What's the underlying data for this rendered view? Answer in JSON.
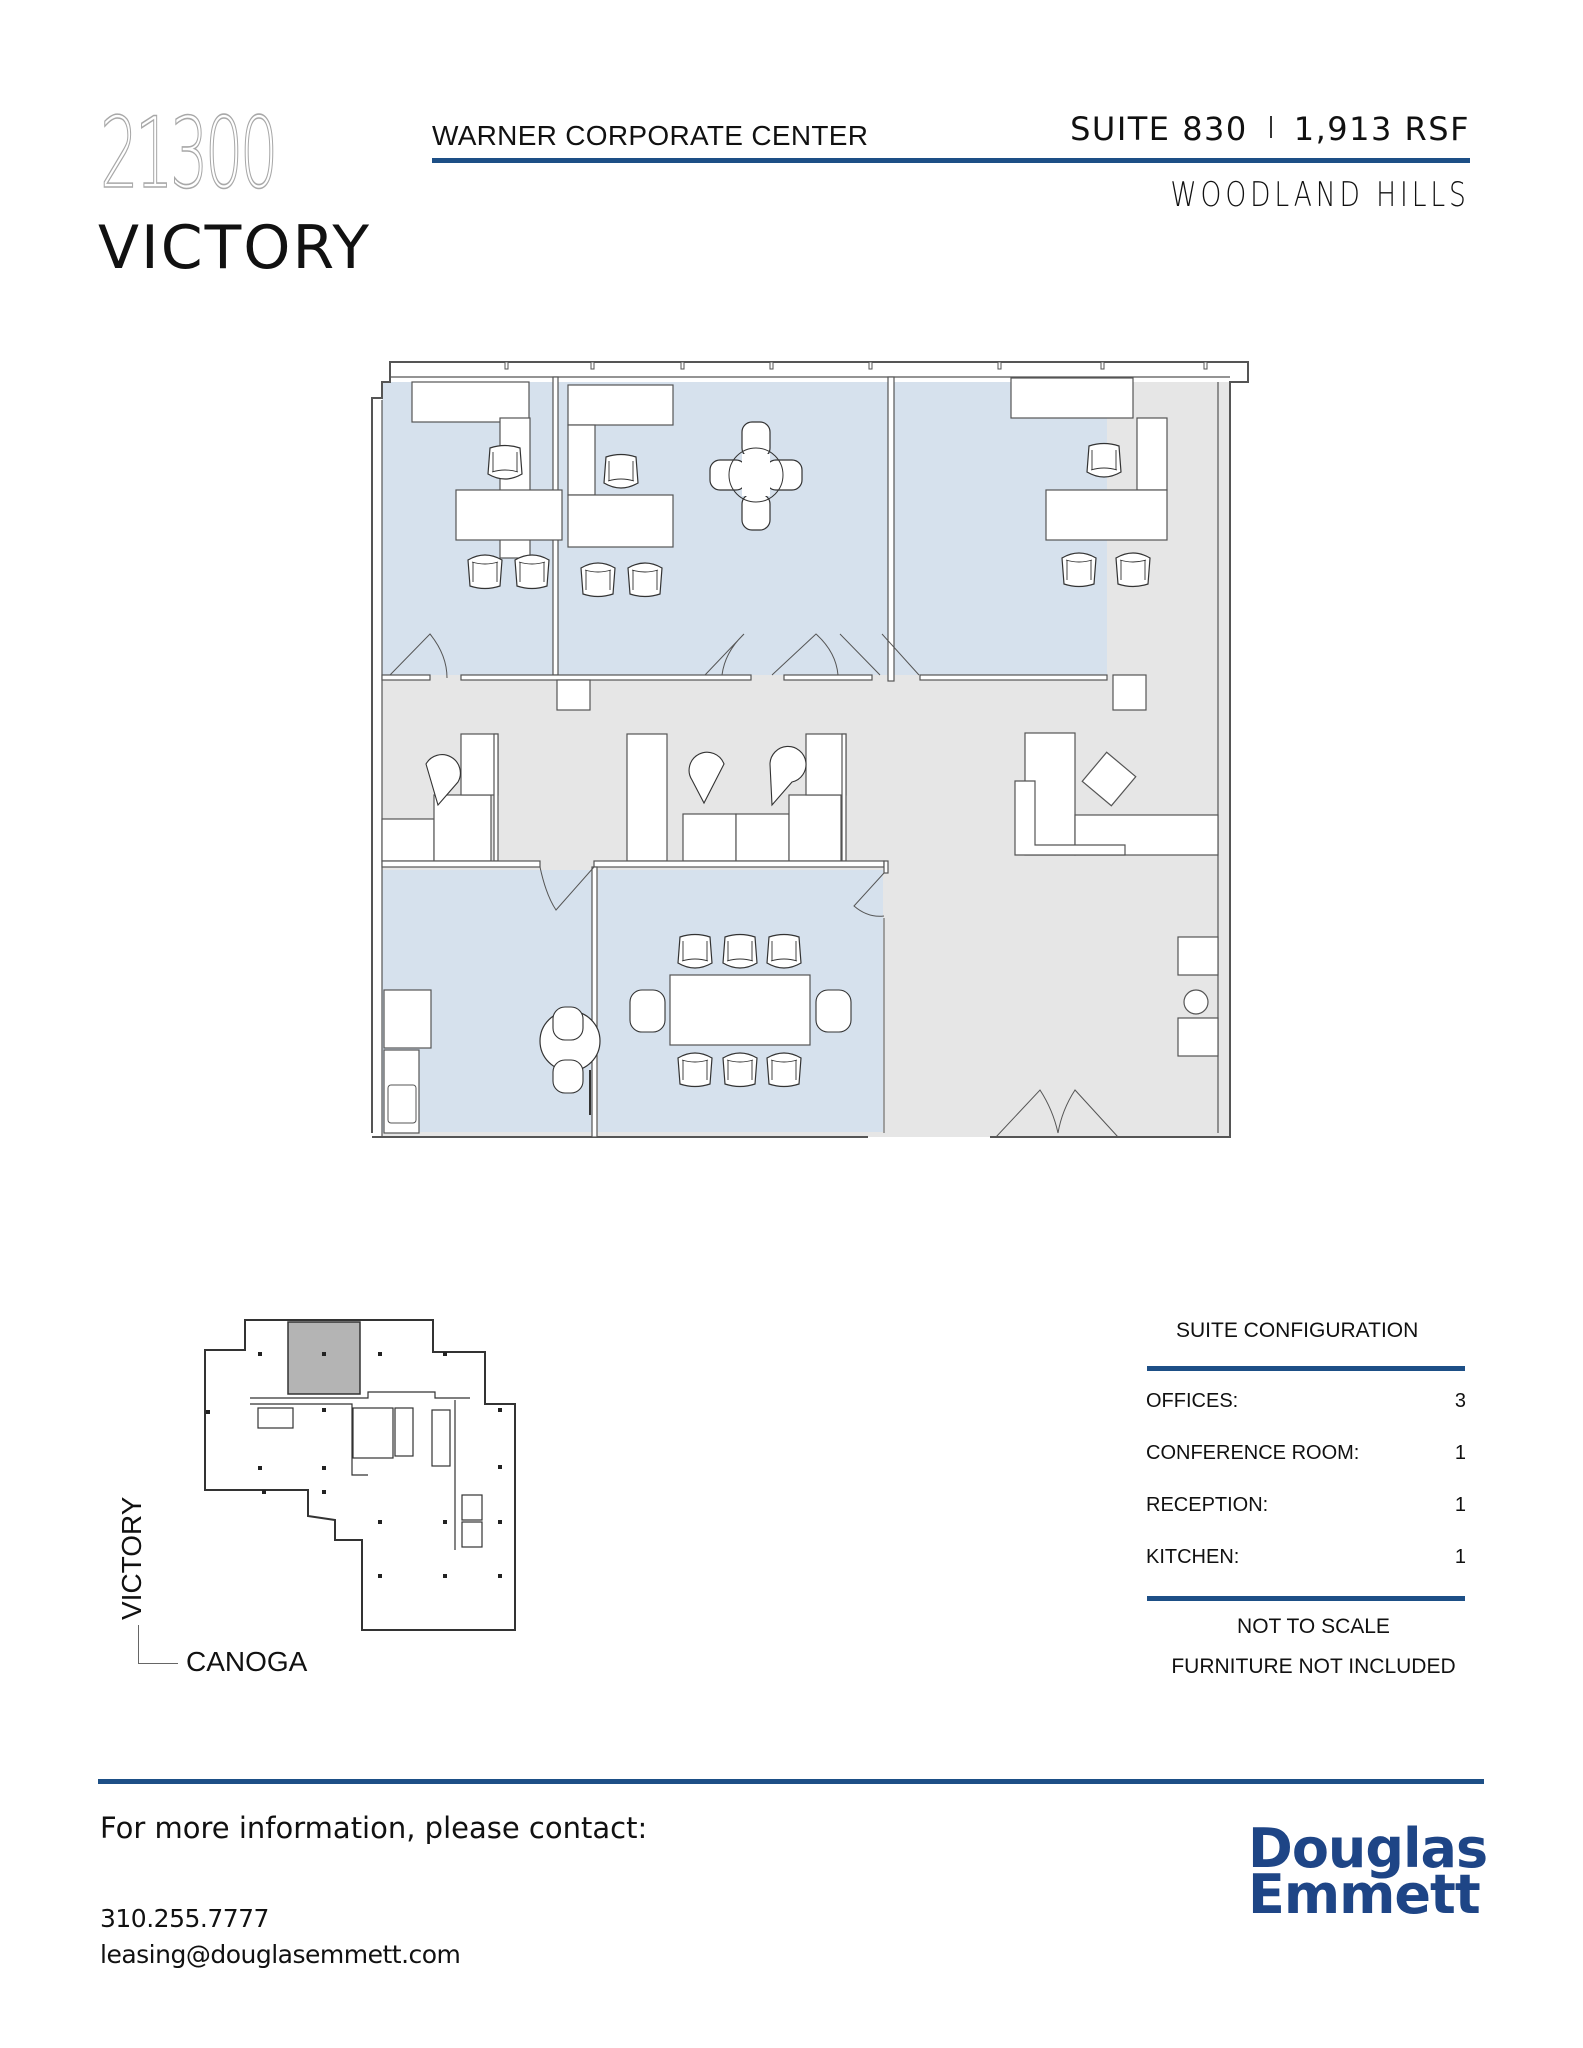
{
  "header": {
    "building_number": "21300",
    "building_street": "VICTORY",
    "complex_name": "WARNER CORPORATE CENTER",
    "suite": "SUITE 830",
    "area": "1,913 RSF",
    "city": "WOODLAND HILLS"
  },
  "floor_plan": {
    "colors": {
      "office_fill": "#d6e1ed",
      "common_fill": "#e6e6e6",
      "wall": "#555555",
      "furniture": "#ffffff"
    },
    "rooms": [
      {
        "name": "office-1",
        "type": "office"
      },
      {
        "name": "office-2",
        "type": "office"
      },
      {
        "name": "office-3",
        "type": "office"
      },
      {
        "name": "kitchen",
        "type": "kitchen"
      },
      {
        "name": "conference-room",
        "type": "conference"
      },
      {
        "name": "reception",
        "type": "reception"
      },
      {
        "name": "open-workstations",
        "type": "open"
      }
    ]
  },
  "key_plan": {
    "highlight_color": "#b4b4b4",
    "street_vertical": "VICTORY",
    "street_horizontal": "CANOGA"
  },
  "suite_configuration": {
    "title": "SUITE CONFIGURATION",
    "rows": [
      {
        "label": "OFFICES:",
        "value": "3"
      },
      {
        "label": "CONFERENCE ROOM:",
        "value": "1"
      },
      {
        "label": "RECEPTION:",
        "value": "1"
      },
      {
        "label": "KITCHEN:",
        "value": "1"
      }
    ],
    "notes": [
      "NOT TO SCALE",
      "FURNITURE NOT INCLUDED"
    ]
  },
  "footer": {
    "contact_heading": "For more information, please contact:",
    "phone": "310.255.7777",
    "email": "leasing@douglasemmett.com",
    "logo_line1": "Douglas",
    "logo_line2": "Emmett",
    "accent_color": "#1d4f86"
  }
}
